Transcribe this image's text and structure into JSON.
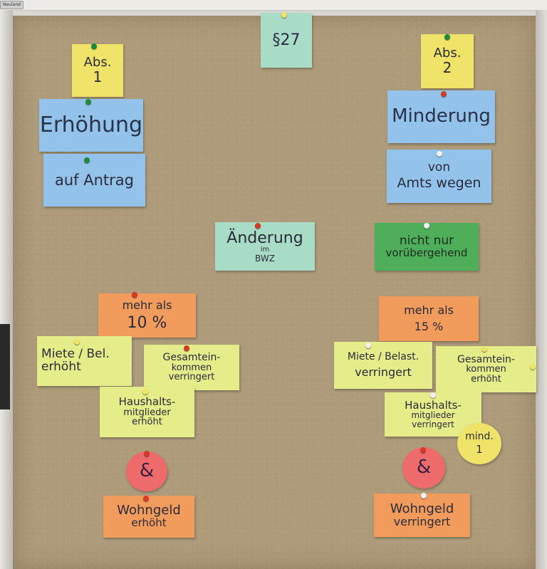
{
  "window": {
    "tab_label": "Neuland"
  },
  "header": {
    "paragraph": "§27"
  },
  "left": {
    "section": [
      "Abs.",
      "1"
    ],
    "title": "Erhöhung",
    "mode": "auf Antrag",
    "threshold": [
      "mehr als",
      "10 %"
    ],
    "factor_rent": [
      "Miete / Bel.",
      "erhöht"
    ],
    "factor_income": [
      "Gesamtein-",
      "kommen",
      "verringert"
    ],
    "factor_household": [
      "Haushalts-",
      "mitglieder",
      "erhöht"
    ],
    "connector": "&",
    "result": [
      "Wohngeld",
      "erhöht"
    ]
  },
  "center": {
    "change": [
      "Änderung",
      "im",
      "BWZ"
    ]
  },
  "right": {
    "section": [
      "Abs.",
      "2"
    ],
    "title": "Minderung",
    "mode": [
      "von",
      "Amts wegen"
    ],
    "duration": [
      "nicht nur",
      "vorübergehend"
    ],
    "threshold": [
      "mehr als",
      "15 %"
    ],
    "factor_rent": [
      "Miete / Belast.",
      "verringert"
    ],
    "factor_income": [
      "Gesamtein-",
      "kommen",
      "erhöht"
    ],
    "factor_household": [
      "Haushalts-",
      "mitglieder",
      "verringert"
    ],
    "minimum": [
      "mind.",
      "1"
    ],
    "connector": "&",
    "result": [
      "Wohngeld",
      "verringert"
    ]
  },
  "colors": {
    "board": "#ad9b7a",
    "yellow": "#efe36a",
    "light_yellow": "#e5ec8a",
    "blue": "#93c3ea",
    "mint": "#a9dcc6",
    "green": "#4fae5a",
    "orange": "#f19b5c",
    "red": "#ee6b6b",
    "pin_green": "#1f8a3a",
    "pin_red": "#d23a2a",
    "pin_white": "#f2f2f2"
  }
}
